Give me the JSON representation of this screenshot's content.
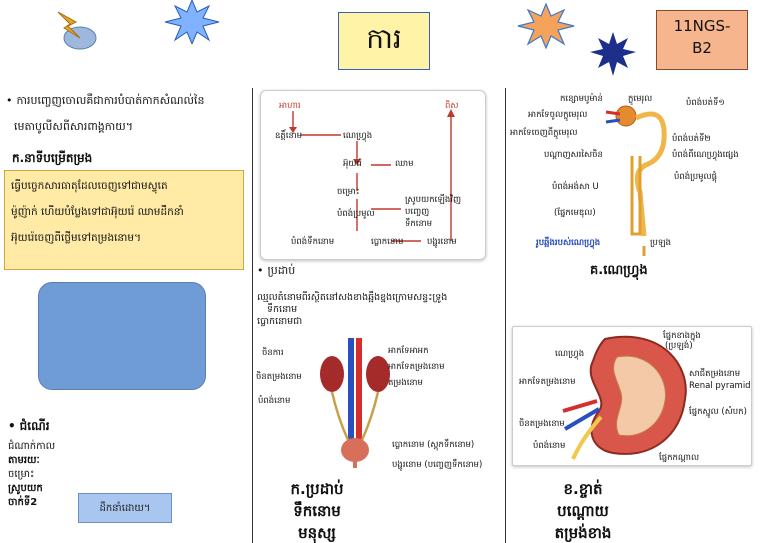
{
  "header": {
    "title": "ការ",
    "code_line1": "11NGS-",
    "code_line2": "B2"
  },
  "left": {
    "intro_line1": "ការបញ្ចេញចោលគឺជាការបំបាត់កាកសំណល់នៃ",
    "intro_line2": "មេតាបូលីសពីសារពាង្គកាយ។",
    "section_a_title": "ក.នាទីបម្រើតម្រង",
    "section_a_line1": "ធ្វើបច្ចេកសារធាតុដែលចេញទៅជាមស្ទុតេ",
    "section_a_line2": "ម៉ូញ៉ាក់ ហើយបំប្លែងទៅជាអ៊ុយរ៉េ ឈាមដឹកនាំ",
    "section_a_line3": "អ៊ុយរ៉េចេញពីថ្លើមទៅតម្រងនោម។",
    "section_b_title": "ជំណើរ",
    "section_b_line1": "ជំណាក់កាល",
    "section_b_line2": "តាមរយៈ",
    "section_b_line3": "ចម្រោះ",
    "section_b_line4": "ស្រូបយក",
    "section_b_line5": "ចាក់ទី2",
    "button_label": "ដឹកនាំដោយ។"
  },
  "middle": {
    "diagram_labels": {
      "top_left": "អាហារ",
      "top_right": "ពិស",
      "liver": "ឧត្តិ៍នោម",
      "kidney": "ណេហ្វ្រុង",
      "bladder": "ប្លោកនោម",
      "urea": "អ៊ុយរ៉េ",
      "blood": "ឈាម",
      "filter": "ចម្រោះ",
      "reabsorb": "ស្រូបយកឡើងវិញ",
      "secrete": "បញ្ចេញ",
      "urine": "ទឹកនោម",
      "collect": "បំពង់ប្រមូល",
      "ureter": "បំពង់ទឹកនោម",
      "urethra": "បង្ហូរនោម"
    },
    "note_title": "ប្រដាប់",
    "note_line1": "ឈ្មលតំនោមពីរស្ថិតនៅសងខាងឆ្អឹងខ្នងក្រោមសន្ទះទ្រូង",
    "note_line2": "ទឹកនោម",
    "note_line3": "ប្លោកនោមជា",
    "figure_labels": {
      "vena": "ចិនការ",
      "aorta": "អាកទែអាអក",
      "renal_vein": "ចិនតម្រងនោម",
      "renal_artery": "អាកទែតម្រងនោម",
      "kidney": "តម្រងនោម",
      "ureter": "បំពង់នោម",
      "bladder": "ប្លោកនោម (ស្តុកទឹកនោម)",
      "urethra": "បង្ហូរនោម (បញ្ចេញទឹកនោម)"
    },
    "caption_line1": "ក.ប្រដាប់",
    "caption_line2": "ទឹកនោម",
    "caption_line3": "មនុស្ស"
  },
  "right": {
    "nephron_labels": {
      "glomerulus": "កន្សោមបូម៉ាន់",
      "capsule": "ក្លូមេរុល",
      "tube1": "បំពង់បត់ទី១",
      "afferent": "អាកទែចូលក្លូមេរុល",
      "efferent": "អាកទែចេញពីក្លូមេរុល",
      "tube2": "បំពង់បត់ទី២",
      "capillary": "បណ្តាញសរសៃចិន",
      "loop": "បំពង់អង់សា U",
      "collect": "បំពង់ប្រមូលផ្តុំ",
      "branch": "បំពង់ពីណេហ្វ្រុងផ្សេង",
      "zone": "(ផ្នែកមេឌុល)",
      "title": "រូបឆ្អឹងរបស់ណេហ្វ្រុង",
      "pelvis": "ប្រឡង"
    },
    "nephron_caption": "គ.ណេហ្វ្រុង",
    "kidney_labels": {
      "cortex_outer": "ផ្នែកខាងក្នុង",
      "cortex_sub": "(ប្រឡង់)",
      "nephron": "ណេហ្វ្រុង",
      "pyramid_kh": "សាជីតម្រងនោម",
      "pyramid_en": "Renal pyramid",
      "renal_artery": "អាកទែតម្រងនោម",
      "medulla": "ផ្នែកស្នូល (សំបក)",
      "renal_vein": "ចិនតម្រងនោម",
      "ureter": "បំពង់នោម",
      "pelvis": "ផ្នែកកណ្តាល"
    },
    "caption_line1": "ខ.ខ្ចាត់",
    "caption_line2": "បណ្តោយ",
    "caption_line3": "តម្រង់ខាង"
  },
  "colors": {
    "highlight_bg": "#ffeaa6",
    "title_bg": "#fff3a8",
    "code_bg": "#f6b58c",
    "blue_box": "#6f9bd6",
    "button_bg": "#a9c6f0",
    "arrow_red": "#c0392b",
    "star_blue": "#1c2f8a",
    "star_light": "#7fb3ff",
    "star_orange": "#f5a35a"
  }
}
